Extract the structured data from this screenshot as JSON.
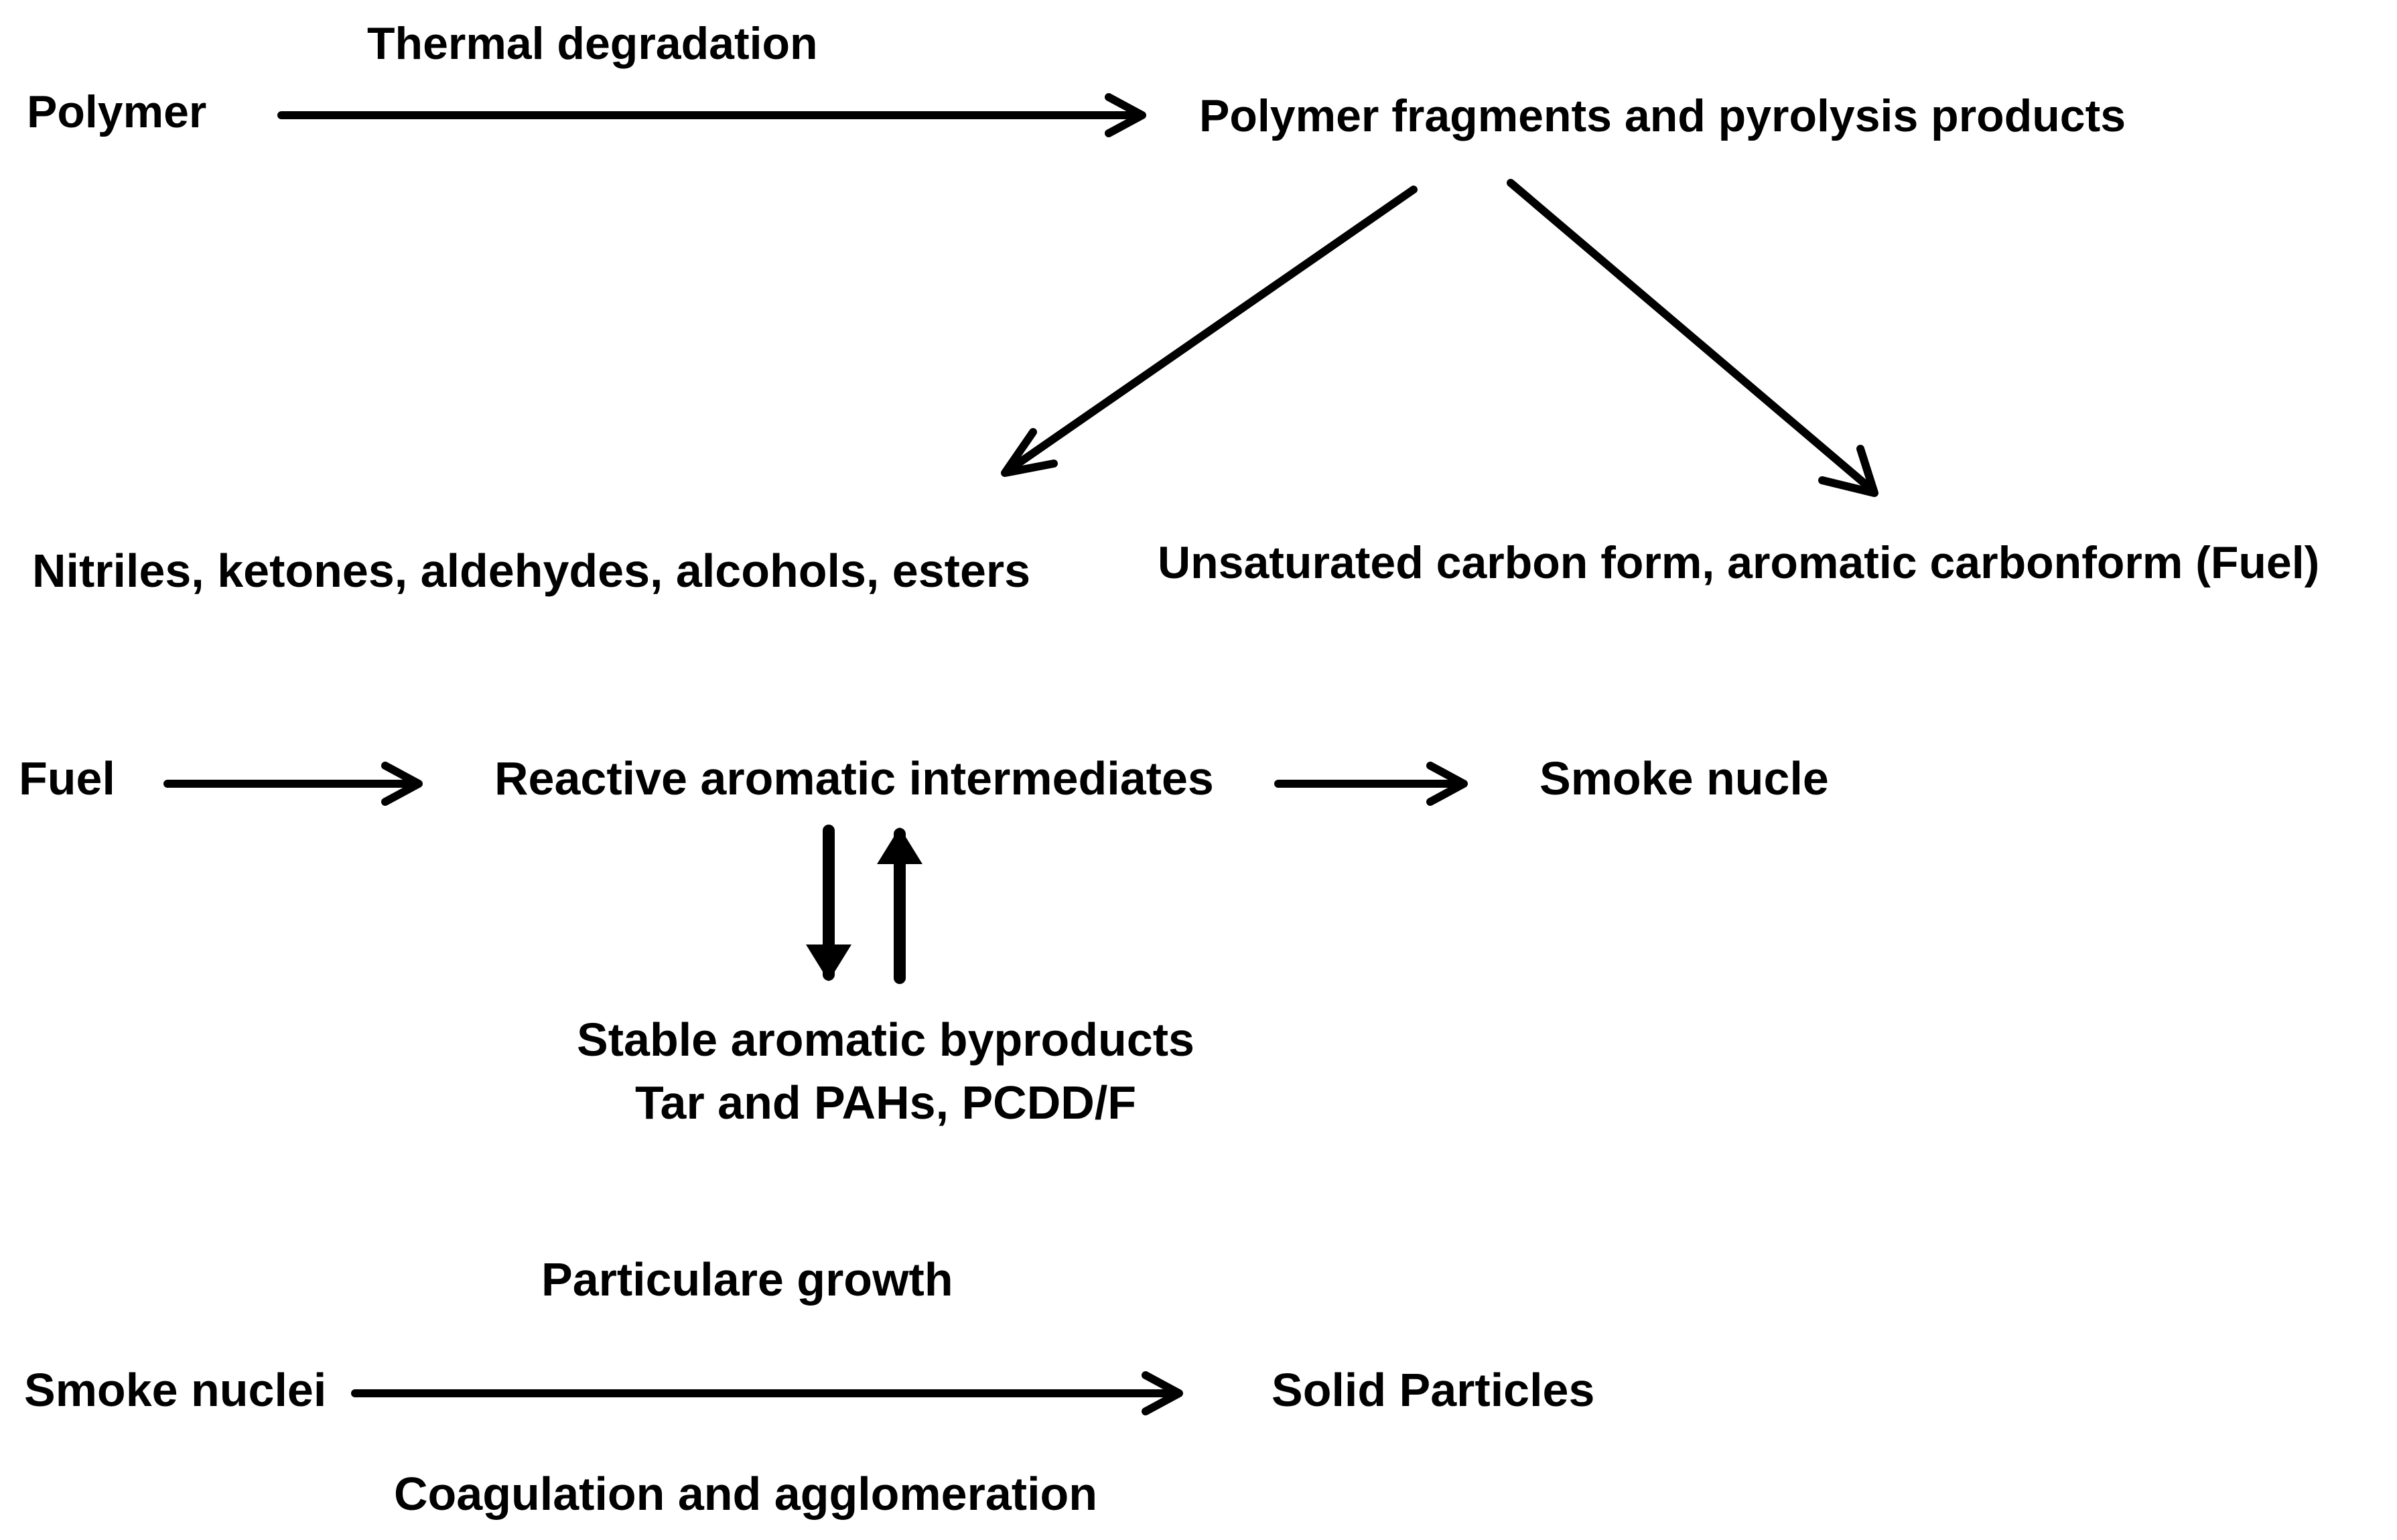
{
  "section1": {
    "source": "Polymer",
    "process": "Thermal degradation",
    "product": "Polymer fragments and pyrolysis products",
    "branch_left": "Nitriles, ketones, aldehydes, alcohols, esters",
    "branch_right": "Unsaturated carbon form, aromatic carbonform (Fuel)"
  },
  "section2": {
    "source": "Fuel",
    "intermediate": "Reactive aromatic intermediates",
    "product": "Smoke nucle",
    "byproduct_line1": "Stable aromatic byproducts",
    "byproduct_line2": "Tar and PAHs, PCDD/F"
  },
  "section3": {
    "process_top": "Particulare growth",
    "source": "Smoke nuclei",
    "product": "Solid Particles",
    "process_bottom": "Coagulation and agglomeration"
  }
}
